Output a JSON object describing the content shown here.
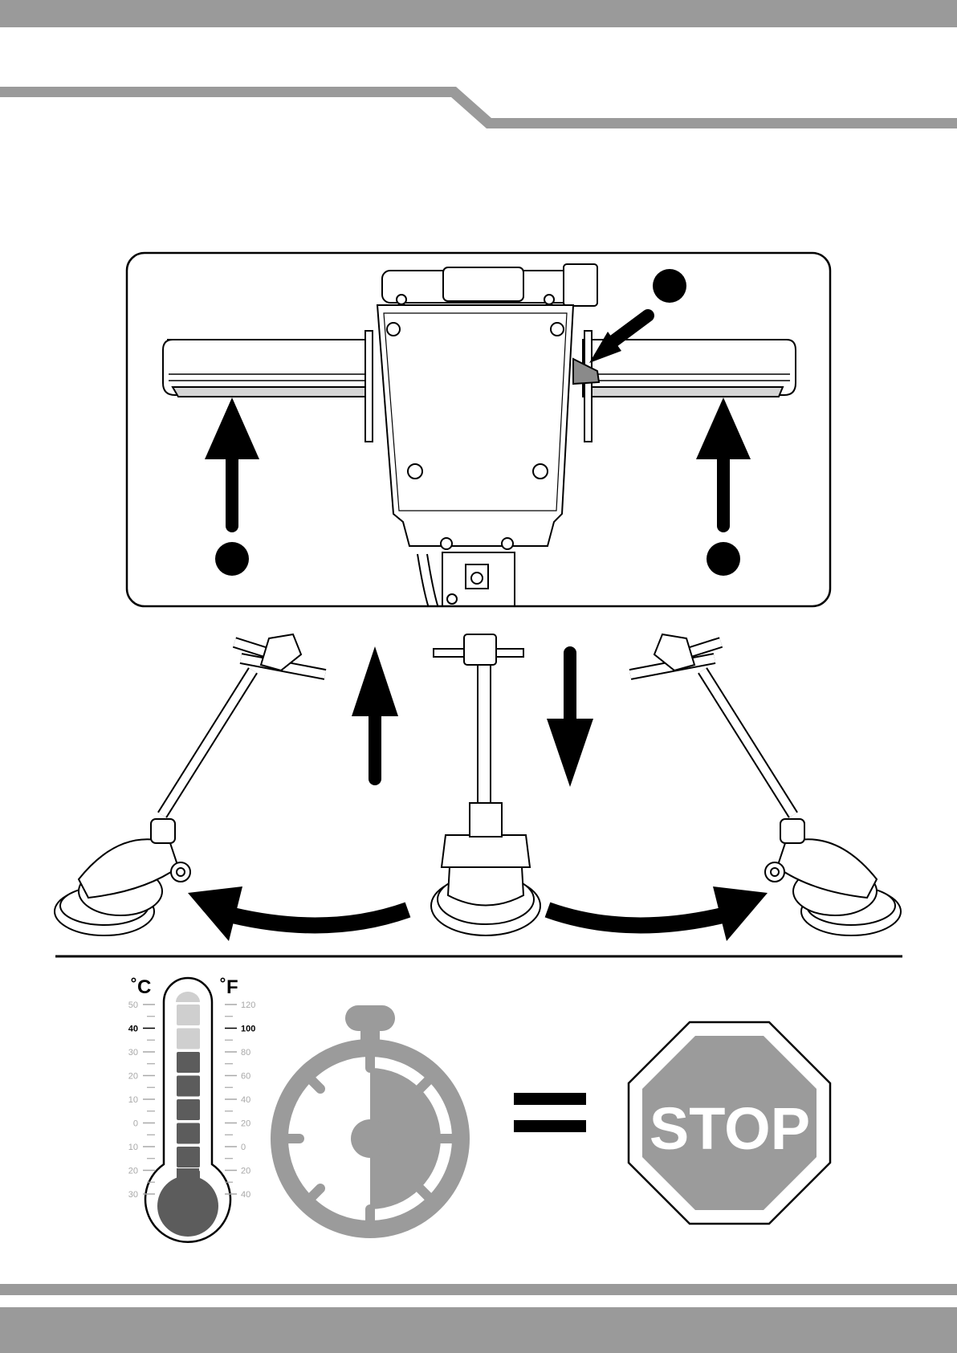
{
  "colors": {
    "band": "#9a9a9a",
    "ink": "#000000",
    "gray_fill": "#9b9b9b",
    "thermo_dark": "#5c5c5c",
    "thermo_light": "#cfcfcf",
    "scale_gray": "#a8a8a8"
  },
  "thermometer": {
    "unit_c": "˚C",
    "unit_f": "˚F",
    "celsius_ticks": [
      "50",
      "40",
      "30",
      "20",
      "10",
      "0",
      "10",
      "20",
      "30"
    ],
    "fahrenheit_ticks": [
      "120",
      "100",
      "80",
      "60",
      "40",
      "20",
      "0",
      "20",
      "40"
    ],
    "highlighted_c": "40",
    "highlighted_f": "100",
    "filled_segments": 7,
    "total_segments": 9
  },
  "timer": {
    "icon": "stopwatch-icon",
    "elapsed_fraction": 0.5
  },
  "equals_symbol": "=",
  "stop_sign": {
    "text": "STOP"
  },
  "icons": {
    "callout_markers": [
      "callout-dot-top-right",
      "callout-dot-bottom-left",
      "callout-dot-bottom-right"
    ],
    "arrows": [
      "arrow-up-left-handle",
      "arrow-up-right-handle",
      "arrow-to-lever",
      "arrow-tilt-up",
      "arrow-tilt-down",
      "curved-arrow-left",
      "curved-arrow-right"
    ]
  }
}
